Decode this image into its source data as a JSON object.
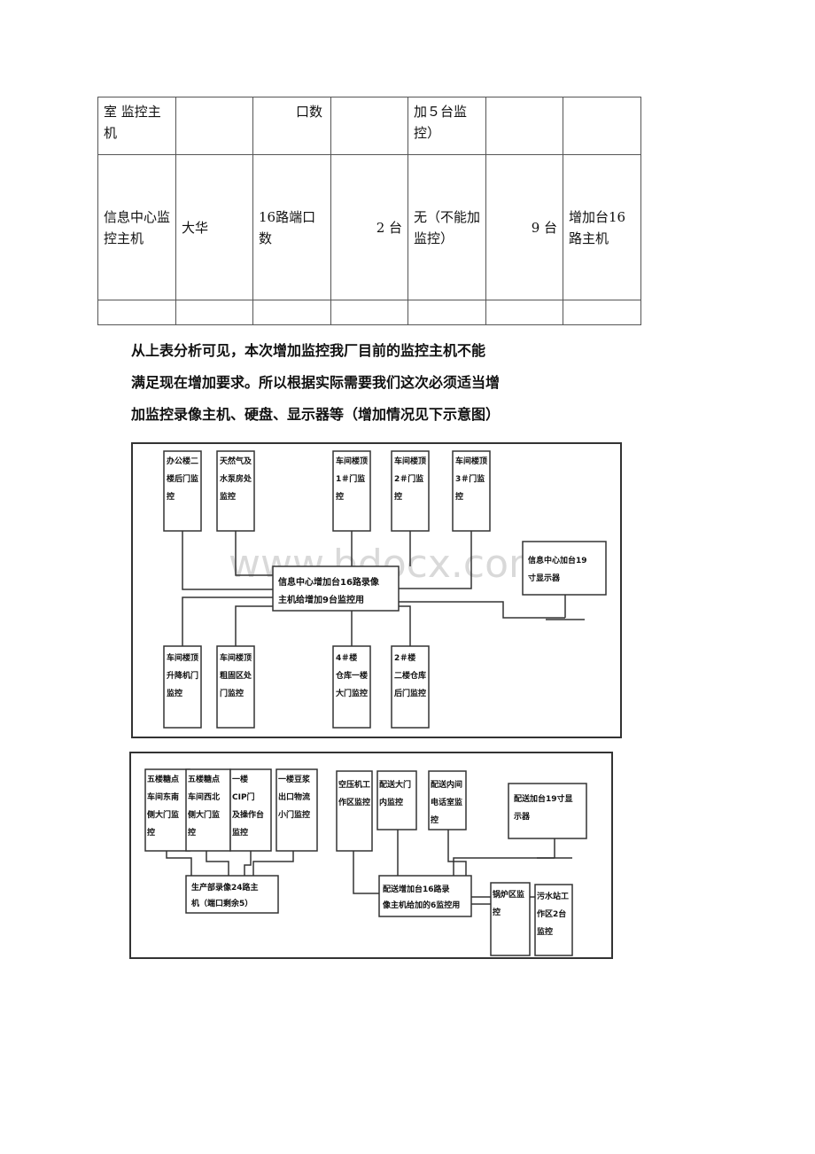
{
  "table": {
    "row1": [
      "室 监控主机",
      "",
      "口数",
      "",
      "加５台监控）",
      "",
      ""
    ],
    "row2": {
      "c1": "信息中心监 控主机",
      "c2": "大华",
      "c3": "16路端口数",
      "c4": "2 台",
      "c5": "无（不能加监控）",
      "c6": "9 台",
      "c7": "增加台16路主机"
    }
  },
  "paragraph": [
    "从上表分析可见，本次增加监控我厂目前的监控主机不能",
    "满足现在增加要求。所以根据实际需要我们这次必须适当增",
    "加监控录像主机、硬盘、显示器等（增加情况见下示意图）"
  ],
  "diagram1": {
    "watermark": "www.bdocx.com",
    "top_boxes": [
      "办公楼二楼后门监控",
      "天然气及水泵房处监控",
      "车间楼顶1＃门监控",
      "车间楼顶2＃门监控",
      "车间楼顶3＃门监控"
    ],
    "center": "信息中心增加台16路录像主机给增加9台监控用",
    "monitor": "信息中心加台19寸显示器",
    "bottom_boxes": [
      "车间楼顶升降机门监控",
      "车间楼顶粗固区处门监控",
      "4＃楼仓库一楼大门监控",
      "2＃楼二楼仓库后门监控"
    ]
  },
  "diagram2": {
    "left_boxes": [
      "五楼糖点车间东南侧大门监控",
      "五楼糖点车间西北侧大门监控",
      "一楼CIP门及操作台监控",
      "一楼豆浆出口物流小门监控"
    ],
    "left_host": "生产部录像24路主机（端口剩余5）",
    "right_top_boxes": [
      "空压机工作区监控",
      "配送大门内监控",
      "配送内间电话室监控"
    ],
    "monitor": "配送加台19寸显示器",
    "right_host": "配送增加台16路录像主机给加的6监控用",
    "right_bottom_boxes": [
      "锅炉区监控",
      "污水站工作区2台监控"
    ]
  }
}
